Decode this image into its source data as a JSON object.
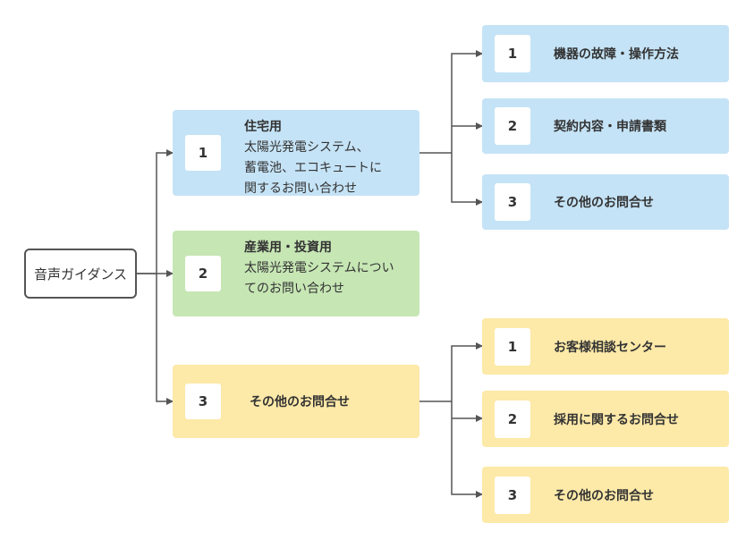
{
  "root": {
    "label": "音声ガイダンス"
  },
  "branches": [
    {
      "number": "1",
      "title": "住宅用",
      "description": "太陽光発電システム、\n蓄電池、エコキュートに\n関するお問い合わせ",
      "children": [
        {
          "number": "1",
          "label": "機器の故障・操作方法"
        },
        {
          "number": "2",
          "label": "契約内容・申請書類"
        },
        {
          "number": "3",
          "label": "その他のお問合せ"
        }
      ]
    },
    {
      "number": "2",
      "title": "産業用・投資用",
      "description": "太陽光発電システムについ\nてのお問い合わせ"
    },
    {
      "number": "3",
      "label": "その他のお問合せ",
      "children": [
        {
          "number": "1",
          "label": "お客様相談センター"
        },
        {
          "number": "2",
          "label": "採用に関するお問合せ"
        },
        {
          "number": "3",
          "label": "その他のお問合せ"
        }
      ]
    }
  ],
  "colors": {
    "blue": "#c5e3f6",
    "green": "#c6e6b4",
    "yellow": "#fde9a8",
    "connector": "#555555"
  }
}
